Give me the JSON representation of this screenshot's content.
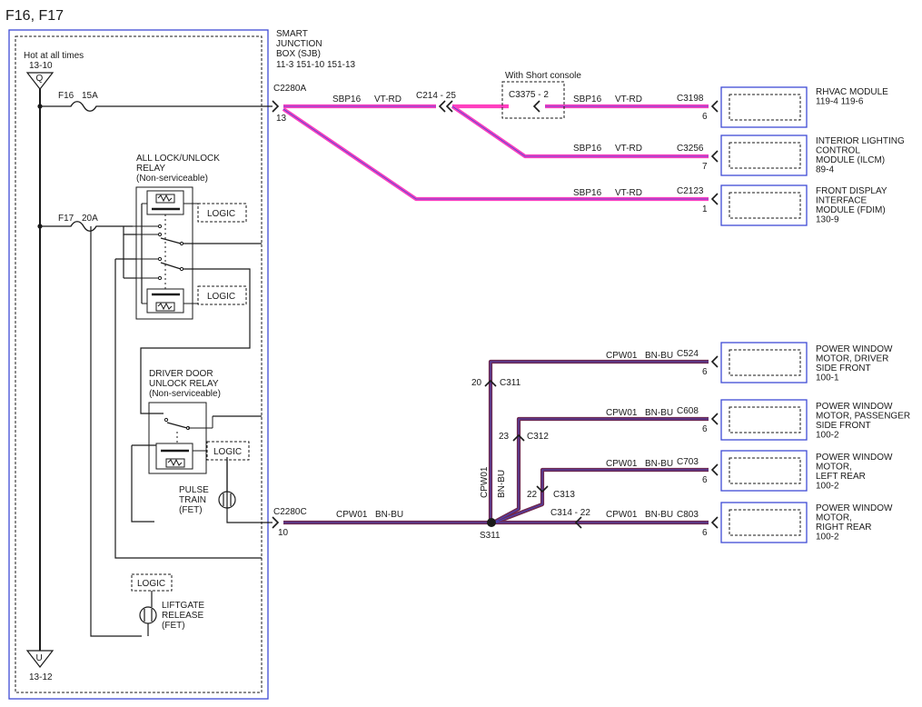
{
  "title": "F16, F17",
  "sjb": {
    "name": [
      "SMART",
      "JUNCTION",
      "BOX (SJB)"
    ],
    "refs": "11-3    151-10    151-13",
    "hot_label": "Hot at all times",
    "hot_ref": "13-10",
    "hot_bus_letter": "Q",
    "ground_bus_letter": "U",
    "ground_ref": "13-12",
    "fuse_f16": {
      "name": "F16",
      "rating": "15A"
    },
    "fuse_f17": {
      "name": "F17",
      "rating": "20A"
    },
    "lock_relay": [
      "ALL LOCK/UNLOCK",
      "RELAY",
      "(Non-serviceable)"
    ],
    "driver_relay": [
      "DRIVER DOOR",
      "UNLOCK RELAY",
      "(Non-serviceable)"
    ],
    "logic_label": "LOGIC",
    "pulse_train": [
      "PULSE",
      "TRAIN",
      "(FET)"
    ],
    "liftgate": [
      "LIFTGATE",
      "RELEASE",
      "(FET)"
    ]
  },
  "connectors": {
    "c2280a": {
      "name": "C2280A",
      "pin": "13"
    },
    "c2280c": {
      "name": "C2280C",
      "pin": "10"
    },
    "c214": "C214 - 25",
    "c3375": "C3375 - 2",
    "short_console": "With Short console",
    "c311": {
      "name": "C311",
      "pin": "20"
    },
    "c312": {
      "name": "C312",
      "pin": "23"
    },
    "c313": {
      "name": "C313",
      "pin": "22"
    },
    "c314": "C314 - 22",
    "s311": "S311"
  },
  "wire_labels": {
    "sbp16": "SBP16",
    "vt_rd": "VT-RD",
    "cpw01": "CPW01",
    "bn_bu": "BN-BU"
  },
  "modules": [
    {
      "id": "rhvac",
      "connector": "C3198",
      "pin": "6",
      "lines": [
        "RHVAC MODULE",
        "119-4    119-6"
      ]
    },
    {
      "id": "ilcm",
      "connector": "C3256",
      "pin": "7",
      "lines": [
        "INTERIOR LIGHTING",
        "CONTROL",
        "MODULE (ILCM)",
        "89-4"
      ]
    },
    {
      "id": "fdim",
      "connector": "C2123",
      "pin": "1",
      "lines": [
        "FRONT DISPLAY",
        "INTERFACE",
        "MODULE (FDIM)",
        "130-9"
      ]
    },
    {
      "id": "pw-driver",
      "connector": "C524",
      "pin": "6",
      "lines": [
        "POWER WINDOW",
        "MOTOR, DRIVER",
        "SIDE FRONT",
        "100-1"
      ]
    },
    {
      "id": "pw-passenger",
      "connector": "C608",
      "pin": "6",
      "lines": [
        "POWER WINDOW",
        "MOTOR, PASSENGER",
        "SIDE FRONT",
        "100-2"
      ]
    },
    {
      "id": "pw-left-rear",
      "connector": "C703",
      "pin": "6",
      "lines": [
        "POWER WINDOW",
        "MOTOR,",
        "LEFT REAR",
        "100-2"
      ]
    },
    {
      "id": "pw-right-rear",
      "connector": "C803",
      "pin": "6",
      "lines": [
        "POWER WINDOW",
        "MOTOR,",
        "RIGHT REAR",
        "100-2"
      ]
    }
  ],
  "colors": {
    "vt_rd": "#ff3fbf",
    "bn_bu": "#6e2a52",
    "box_blue": "#3f4bd6",
    "wire_black": "#1a1a1a"
  }
}
